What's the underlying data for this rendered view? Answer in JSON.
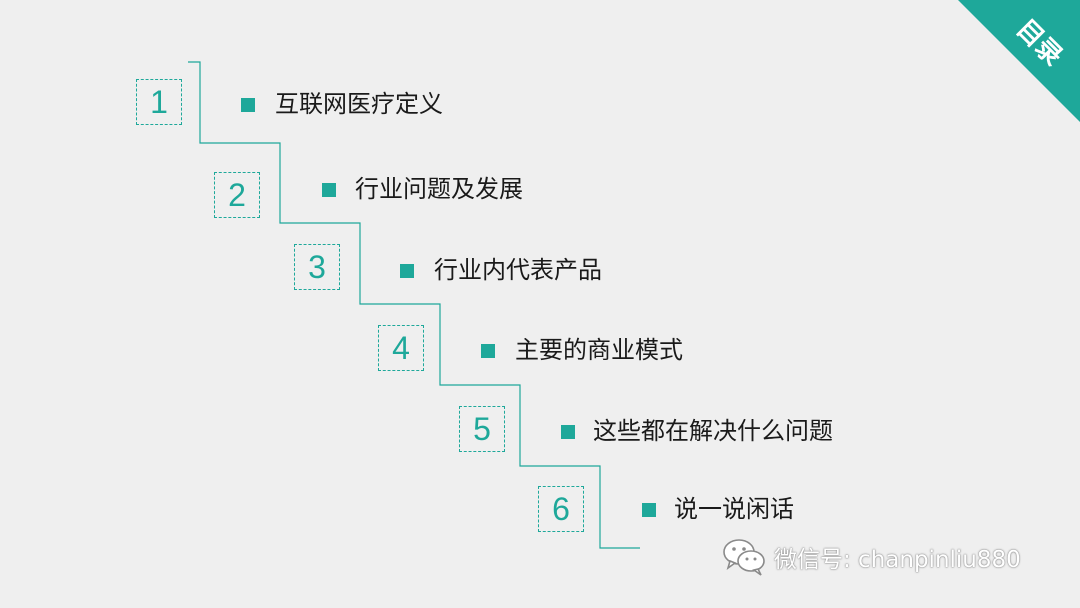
{
  "corner": {
    "label": "目录",
    "color": "#1ea89a"
  },
  "accent_color": "#1ea89a",
  "items": [
    {
      "number": "1",
      "text": "互联网医疗定义"
    },
    {
      "number": "2",
      "text": "行业问题及发展"
    },
    {
      "number": "3",
      "text": "行业内代表产品"
    },
    {
      "number": "4",
      "text": "主要的商业模式"
    },
    {
      "number": "5",
      "text": "这些都在解决什么问题"
    },
    {
      "number": "6",
      "text": "说一说闲话"
    }
  ],
  "watermark": {
    "icon": "wechat-icon",
    "text": "微信号: chanpinliu880"
  }
}
